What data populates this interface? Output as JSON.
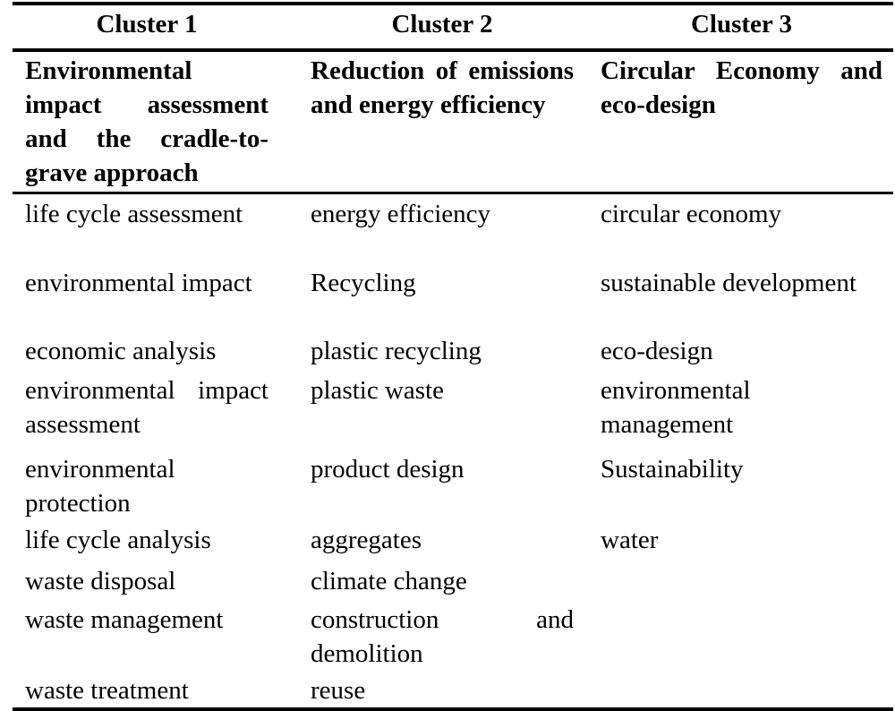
{
  "headers": [
    "Cluster 1",
    "Cluster 2",
    "Cluster 3"
  ],
  "subheaders": [
    "Environmental impact assessment and the cradle-to-grave approach",
    "Reduction of emissions and energy efficiency",
    "Circular Economy and eco-design"
  ],
  "rows": [
    [
      "life cycle assessment",
      "energy efficiency",
      "circular economy"
    ],
    [
      "environmental impact",
      "Recycling",
      "sustainable development"
    ],
    [
      "economic analysis",
      "plastic recycling",
      "eco-design"
    ],
    [
      "environmental impact assessment",
      "plastic waste",
      "environmental management"
    ],
    [
      "environmental protection",
      "product design",
      "Sustainability"
    ],
    [
      "life cycle analysis",
      "aggregates",
      "water"
    ],
    [
      "waste disposal",
      "climate change",
      ""
    ],
    [
      "waste management",
      "construction and demolition",
      ""
    ],
    [
      "waste treatment",
      "reuse",
      ""
    ]
  ]
}
